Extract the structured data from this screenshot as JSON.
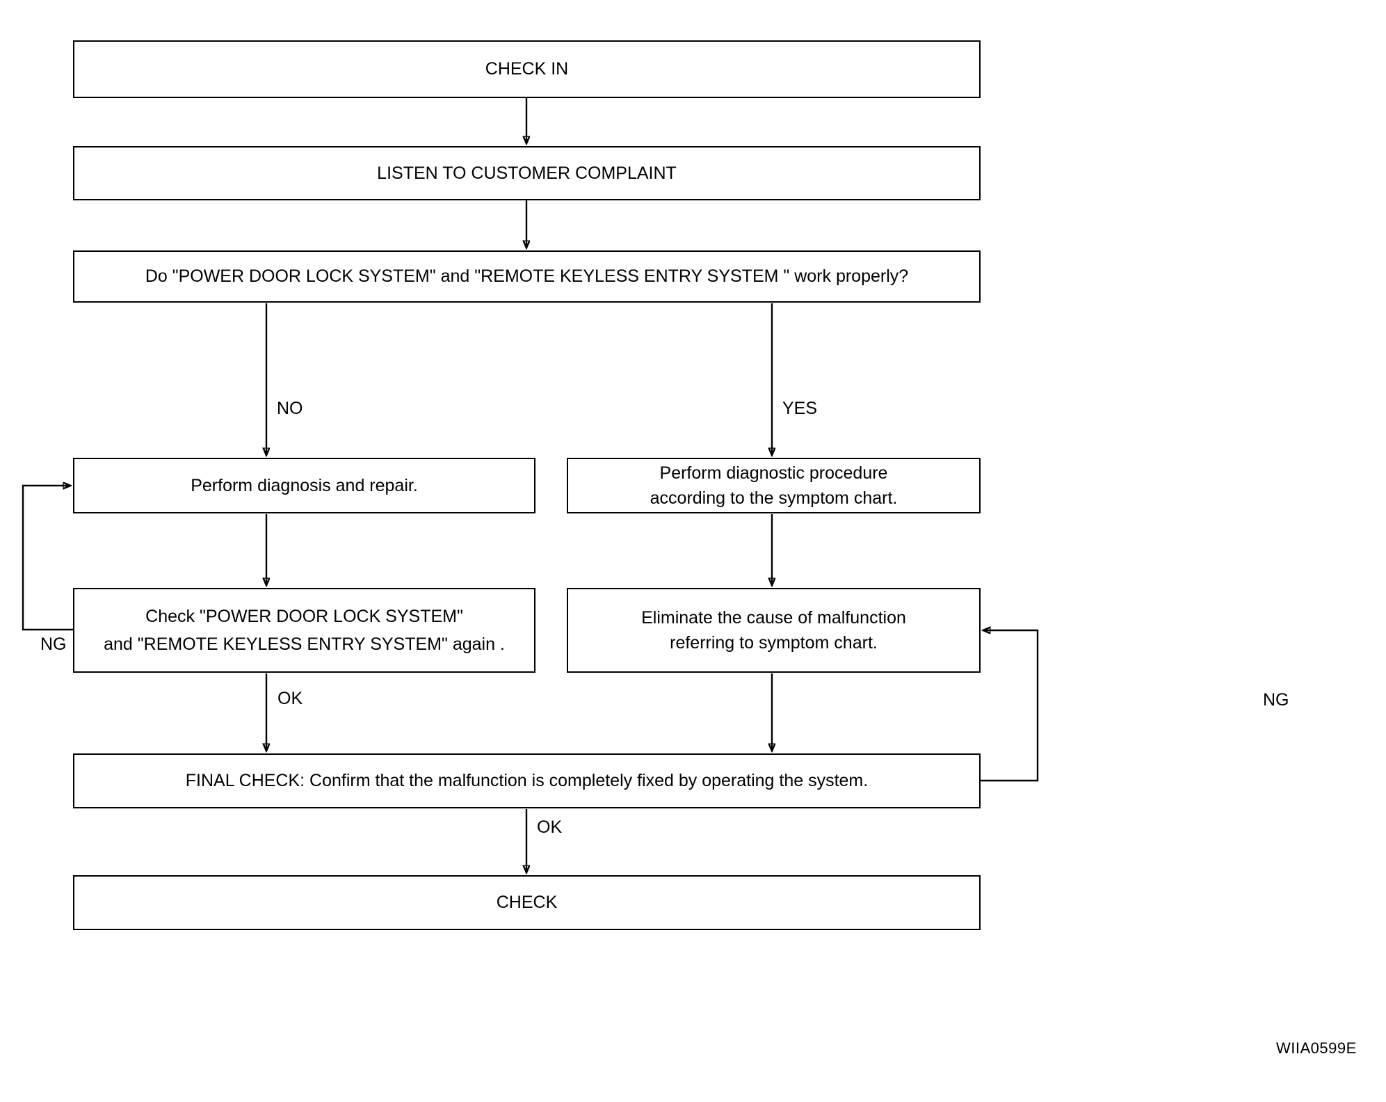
{
  "diagram": {
    "type": "flowchart",
    "reference_code": "WIIA0599E",
    "nodes": {
      "check_in": "CHECK IN",
      "listen": "LISTEN TO CUSTOMER COMPLAINT",
      "question": "Do \"POWER DOOR LOCK SYSTEM\" and \"REMOTE  KEYLESS  ENTRY  SYSTEM \" work properly?",
      "perform_repair": "Perform diagnosis and repair.",
      "perform_diagnostic": "Perform diagnostic procedure\naccording to the symptom chart.",
      "check_again": "Check  \"POWER DOOR LOCK SYSTEM\"\n and \"REMOTE  KEYLESS  ENTRY SYSTEM\" again .",
      "eliminate": "Eliminate the cause of malfunction\nreferring to symptom chart.",
      "final_check": "FINAL CHECK: Confirm that the malfunction is completely fixed by operating the system.",
      "check": "CHECK"
    },
    "edge_labels": {
      "no": "NO",
      "yes": "YES",
      "ng_left": "NG",
      "ok_left": "OK",
      "ng_right": "NG",
      "ok_bottom": "OK"
    }
  }
}
